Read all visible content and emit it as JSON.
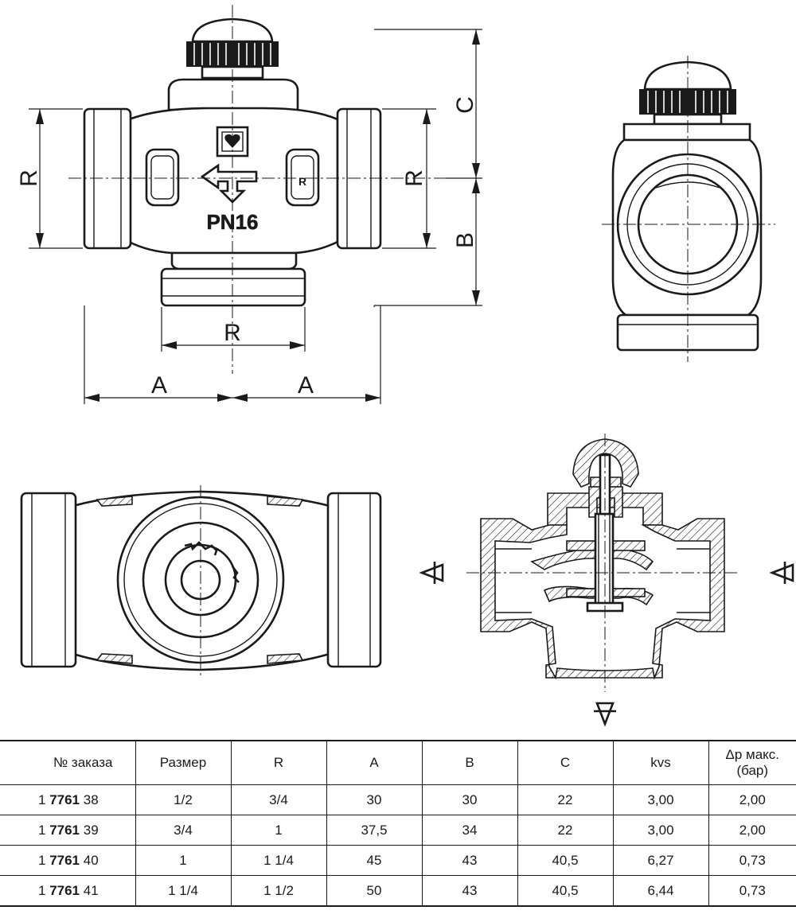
{
  "labels": {
    "dim_a": "A",
    "dim_b": "B",
    "dim_c": "C",
    "dim_r": "R",
    "pn_mark": "PN16",
    "port_mark": "R"
  },
  "table": {
    "headers": [
      "№ заказа",
      "Размер",
      "R",
      "A",
      "B",
      "C",
      "kvs",
      "Δp макс.",
      "(бар)"
    ],
    "rows": [
      {
        "order_pre": "1 ",
        "order_bold": "7761",
        "order_post": " 38",
        "size": "1/2",
        "r": "3/4",
        "a": "30",
        "b": "30",
        "c": "22",
        "kvs": "3,00",
        "dp": "2,00"
      },
      {
        "order_pre": "1 ",
        "order_bold": "7761",
        "order_post": " 39",
        "size": "3/4",
        "r": "1",
        "a": "37,5",
        "b": "34",
        "c": "22",
        "kvs": "3,00",
        "dp": "2,00"
      },
      {
        "order_pre": "1 ",
        "order_bold": "7761",
        "order_post": " 40",
        "size": "1",
        "r": "1 1/4",
        "a": "45",
        "b": "43",
        "c": "40,5",
        "kvs": "6,27",
        "dp": "0,73"
      },
      {
        "order_pre": "1 ",
        "order_bold": "7761",
        "order_post": " 41",
        "size": "1 1/4",
        "r": "1 1/2",
        "a": "50",
        "b": "43",
        "c": "40,5",
        "kvs": "6,44",
        "dp": "0,73"
      }
    ]
  }
}
